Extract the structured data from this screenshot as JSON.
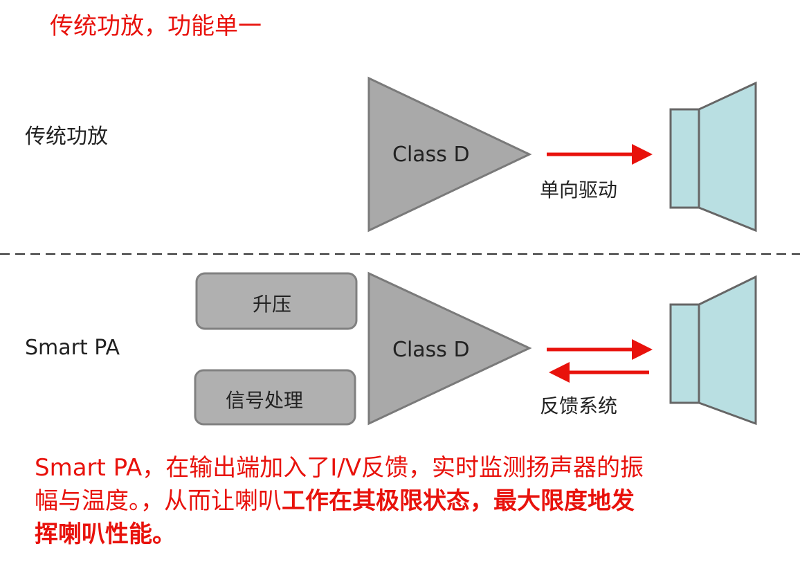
{
  "title": "传统功放，功能单一",
  "traditional": {
    "label": "传统功放",
    "amp_label": "Class D",
    "arrow_label": "单向驱动"
  },
  "smart": {
    "label": "Smart PA",
    "boost_label": "升压",
    "dsp_label": "信号处理",
    "amp_label": "Class D",
    "arrow_label": "反馈系统"
  },
  "note": {
    "line1": "Smart PA，在输出端加入了I/V反馈，实时监测扬声器的振",
    "line2_normal": "幅与温度。，从而让喇叭",
    "line2_bold": "工作在其极限状态，最大限度地发",
    "line3_bold": "挥喇叭性能。"
  },
  "colors": {
    "accent": "#e8120c",
    "amp": "#a9a9a9",
    "speaker": "#b9dfe2"
  }
}
